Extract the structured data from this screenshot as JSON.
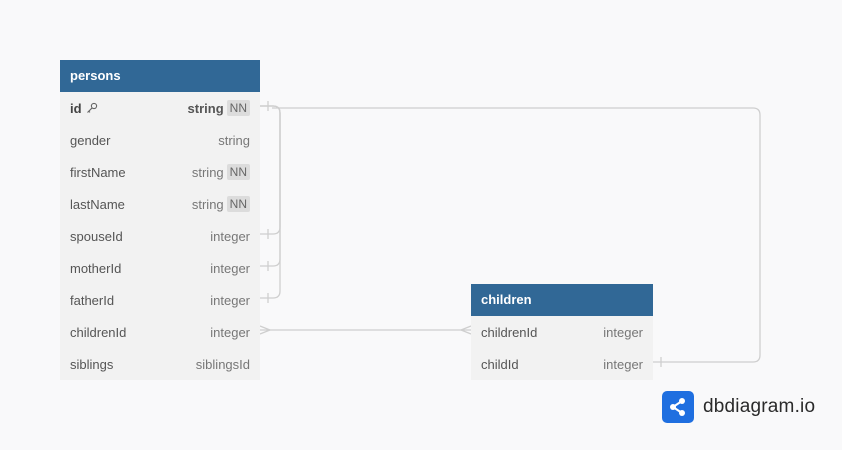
{
  "tables": [
    {
      "name": "persons",
      "fields": [
        {
          "name": "id",
          "type": "string",
          "nn": "NN",
          "pk": true
        },
        {
          "name": "gender",
          "type": "string",
          "nn": ""
        },
        {
          "name": "firstName",
          "type": "string",
          "nn": "NN"
        },
        {
          "name": "lastName",
          "type": "string",
          "nn": "NN"
        },
        {
          "name": "spouseId",
          "type": "integer",
          "nn": ""
        },
        {
          "name": "motherId",
          "type": "integer",
          "nn": ""
        },
        {
          "name": "fatherId",
          "type": "integer",
          "nn": ""
        },
        {
          "name": "childrenId",
          "type": "integer",
          "nn": ""
        },
        {
          "name": "siblings",
          "type": "siblingsId",
          "nn": ""
        }
      ]
    },
    {
      "name": "children",
      "fields": [
        {
          "name": "childrenId",
          "type": "integer",
          "nn": ""
        },
        {
          "name": "childId",
          "type": "integer",
          "nn": ""
        }
      ]
    }
  ],
  "logo": {
    "text": "dbdiagram.io",
    "icon": "share-icon"
  },
  "colors": {
    "header": "#316896",
    "body": "#f2f2f2",
    "link": "#cfcfcf",
    "logo": "#1f6fe0"
  }
}
